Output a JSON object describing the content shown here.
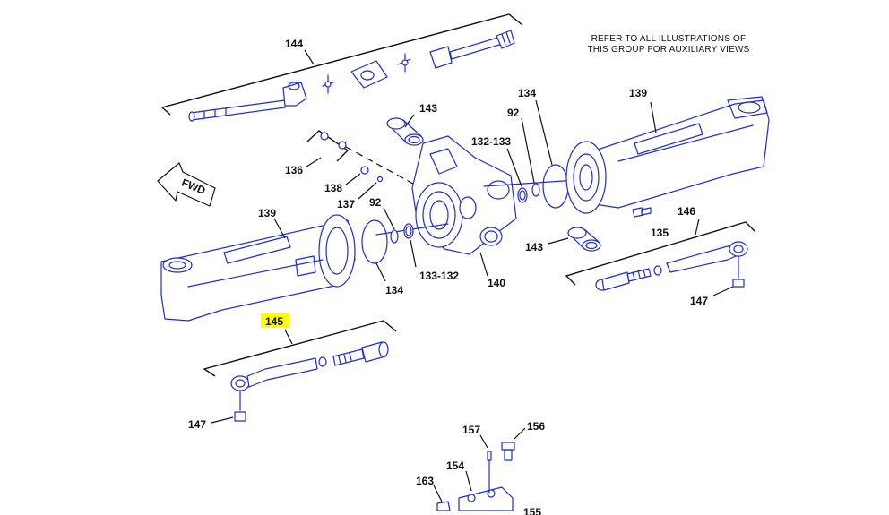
{
  "note": {
    "line1": "REFER TO ALL ILLUSTRATIONS OF",
    "line2": "THIS GROUP FOR AUXILIARY VIEWS"
  },
  "fwd_label": "FWD",
  "callouts": {
    "c144": "144",
    "c143_top": "143",
    "c134_top": "134",
    "c139_right": "139",
    "c92_top": "92",
    "c132_133": "132-133",
    "c136": "136",
    "c138": "138",
    "c137": "137",
    "c139_left": "139",
    "c92_left": "92",
    "c134_left": "134",
    "c133_132": "133-132",
    "c140": "140",
    "c143_mid": "143",
    "c135": "135",
    "c146": "146",
    "c147_right": "147",
    "c145": "145",
    "c147_left": "147",
    "c157": "157",
    "c156": "156",
    "c154": "154",
    "c163": "163",
    "c155": "155"
  },
  "highlighted_callout": "145",
  "colors": {
    "part_lines": "#1f2bd6",
    "highlight": "#ffff00",
    "text": "#111111"
  }
}
